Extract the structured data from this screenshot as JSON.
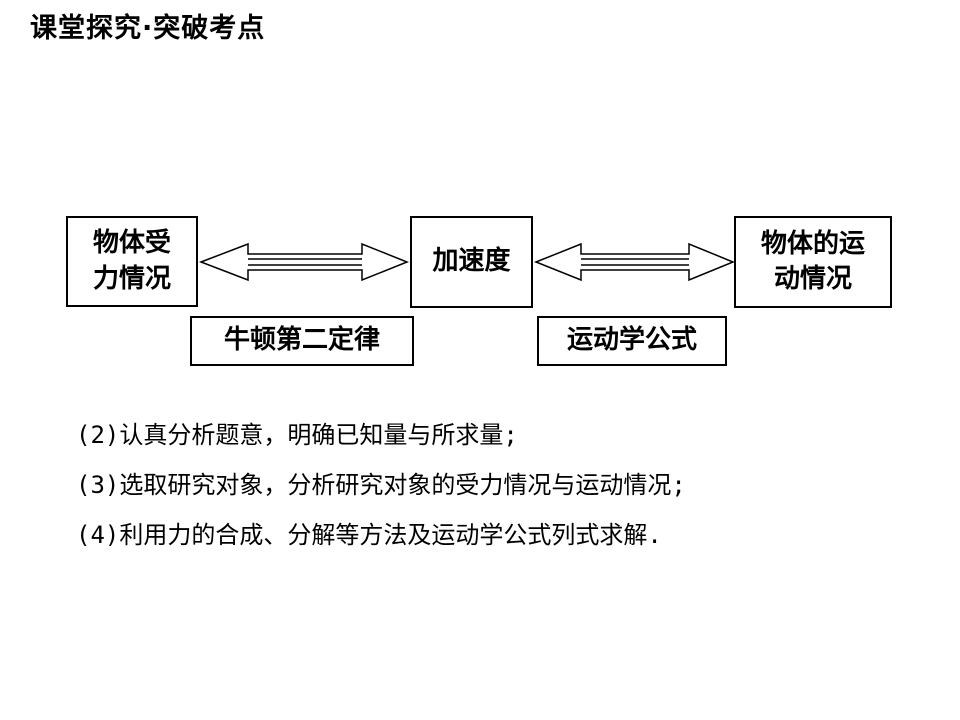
{
  "header": {
    "title": "课堂探究·突破考点"
  },
  "diagram": {
    "force_box": {
      "line1": "物体受",
      "line2": "力情况"
    },
    "accel_box": {
      "label": "加速度"
    },
    "motion_box": {
      "line1": "物体的运",
      "line2": "动情况"
    },
    "newton_label": "牛顿第二定律",
    "kinematics_label": "运动学公式"
  },
  "steps": [
    "(2)认真分析题意，明确已知量与所求量;",
    "(3)选取研究对象，分析研究对象的受力情况与运动情况;",
    "(4)利用力的合成、分解等方法及运动学公式列式求解."
  ]
}
